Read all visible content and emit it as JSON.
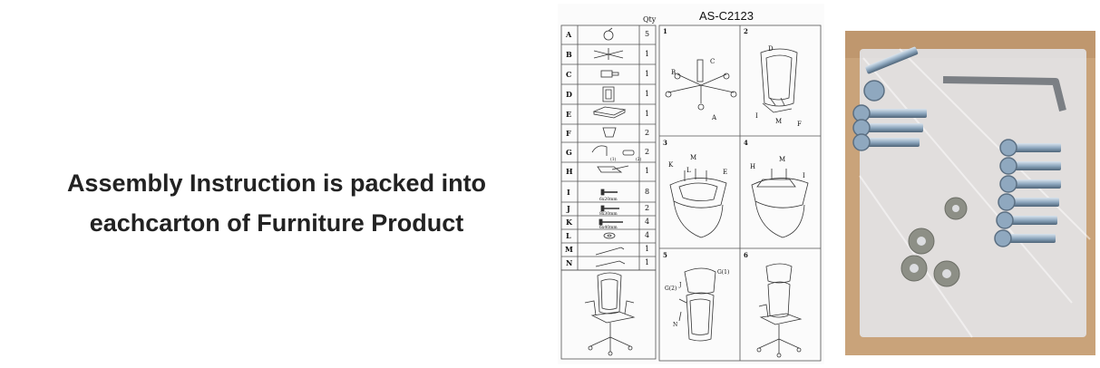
{
  "headline": {
    "line1": "Assembly Instruction is packed into",
    "line2": "eachcarton of Furniture Product"
  },
  "sheet": {
    "model": "AS-C2123",
    "qty_header": "Qty",
    "parts": [
      {
        "letter": "A",
        "qty": "5"
      },
      {
        "letter": "B",
        "qty": "1"
      },
      {
        "letter": "C",
        "qty": "1"
      },
      {
        "letter": "D",
        "qty": "1"
      },
      {
        "letter": "E",
        "qty": "1"
      },
      {
        "letter": "F",
        "qty": "2"
      },
      {
        "letter": "G",
        "qty": "2"
      },
      {
        "letter": "H",
        "qty": "1"
      },
      {
        "letter": "I",
        "qty": "8"
      },
      {
        "letter": "J",
        "qty": "2"
      },
      {
        "letter": "K",
        "qty": "4"
      },
      {
        "letter": "L",
        "qty": "4"
      },
      {
        "letter": "M",
        "qty": "1"
      },
      {
        "letter": "N",
        "qty": "1"
      }
    ],
    "g_sub1": "(1)",
    "g_sub2": "(2)",
    "screw_i": "6x20mm",
    "screw_j": "8x30mm",
    "screw_k": "6x40mm",
    "steps": [
      "1",
      "2",
      "3",
      "4",
      "5",
      "6"
    ],
    "callouts": {
      "s1": [
        "B",
        "C",
        "A"
      ],
      "s2": [
        "D",
        "I",
        "M",
        "F"
      ],
      "s3": [
        "K",
        "M",
        "L",
        "E"
      ],
      "s4": [
        "H",
        "M",
        "I"
      ],
      "s5": [
        "G(2)",
        "J",
        "G(1)",
        "N"
      ]
    }
  },
  "colors": {
    "text": "#222222",
    "sheet_line": "#555555",
    "cardboard": "#c9a37a",
    "bag": "#e4e6ea",
    "steel": "#8fa8bf",
    "washer": "#8d8f86"
  }
}
